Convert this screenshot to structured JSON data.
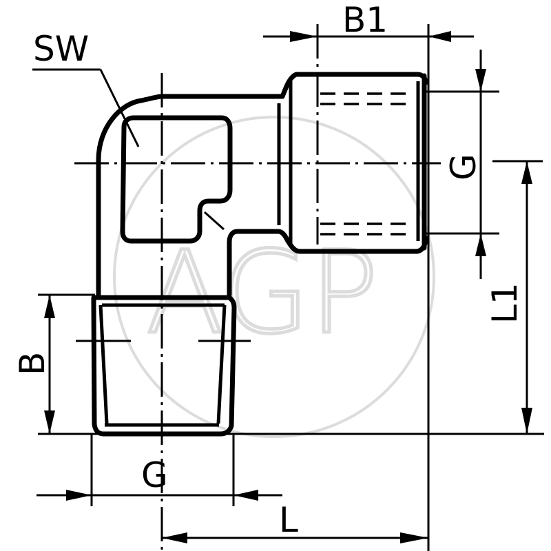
{
  "drawing": {
    "title": "Elbow fitting dimension drawing",
    "background": "#ffffff",
    "line_color": "#000000",
    "watermark_color": "#dcdcdc"
  },
  "labels": {
    "sw": "SW",
    "b1": "B1",
    "g_right": "G",
    "l1": "L1",
    "b": "B",
    "g_bottom": "G",
    "l": "L"
  },
  "watermark": {
    "text": "AGP"
  }
}
